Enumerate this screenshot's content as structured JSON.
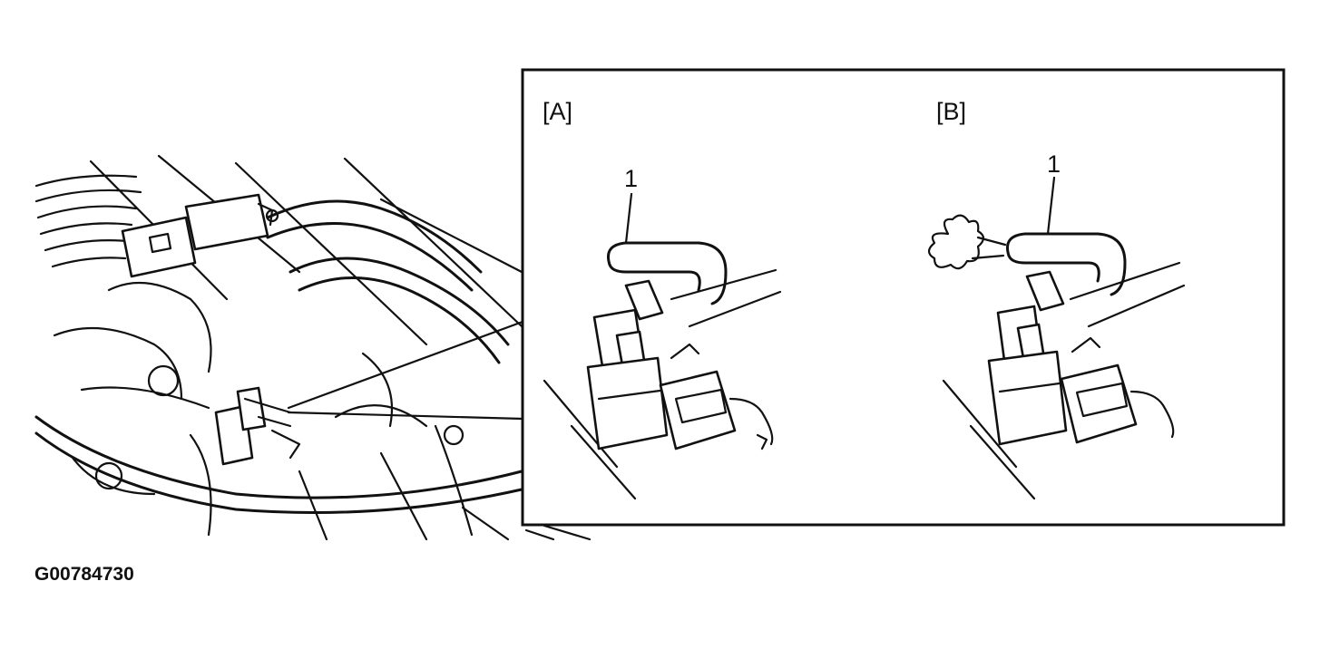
{
  "figure": {
    "code": "G00784730",
    "panels": [
      {
        "id": "A",
        "label": "[A]",
        "callout": "1",
        "shows_air_puff": false
      },
      {
        "id": "B",
        "label": "[B]",
        "callout": "1",
        "shows_air_puff": true
      }
    ],
    "colors": {
      "ink": "#111111",
      "background": "#ffffff"
    },
    "icons": [
      "engine-overview-illustration",
      "vacuum-valve-illustration",
      "air-puff-icon"
    ]
  }
}
